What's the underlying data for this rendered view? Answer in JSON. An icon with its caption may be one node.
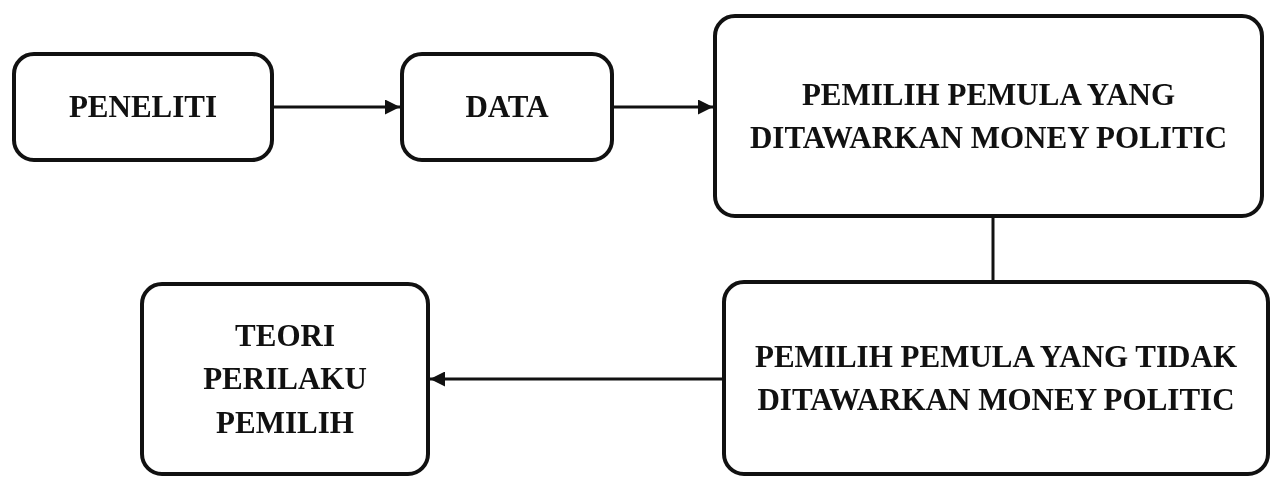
{
  "diagram": {
    "nodes": [
      {
        "text": [
          "PENELITI"
        ]
      },
      {
        "text": [
          "DATA"
        ]
      },
      {
        "text": [
          "PEMILIH PEMULA YANG DITAWARKAN MONEY POLITIC"
        ]
      },
      {
        "text": [
          "TEORI PERILAKU PEMILIH"
        ]
      },
      {
        "text": [
          "PEMILIH PEMULA YANG TIDAK DITAWARKAN MONEY POLITIC"
        ]
      }
    ],
    "edges": [
      {
        "from": 0,
        "to": 1,
        "arrow": "to"
      },
      {
        "from": 1,
        "to": 2,
        "arrow": "to"
      },
      {
        "from": 2,
        "to": 4,
        "arrow": "none"
      },
      {
        "from": 4,
        "to": 3,
        "arrow": "to"
      }
    ]
  }
}
